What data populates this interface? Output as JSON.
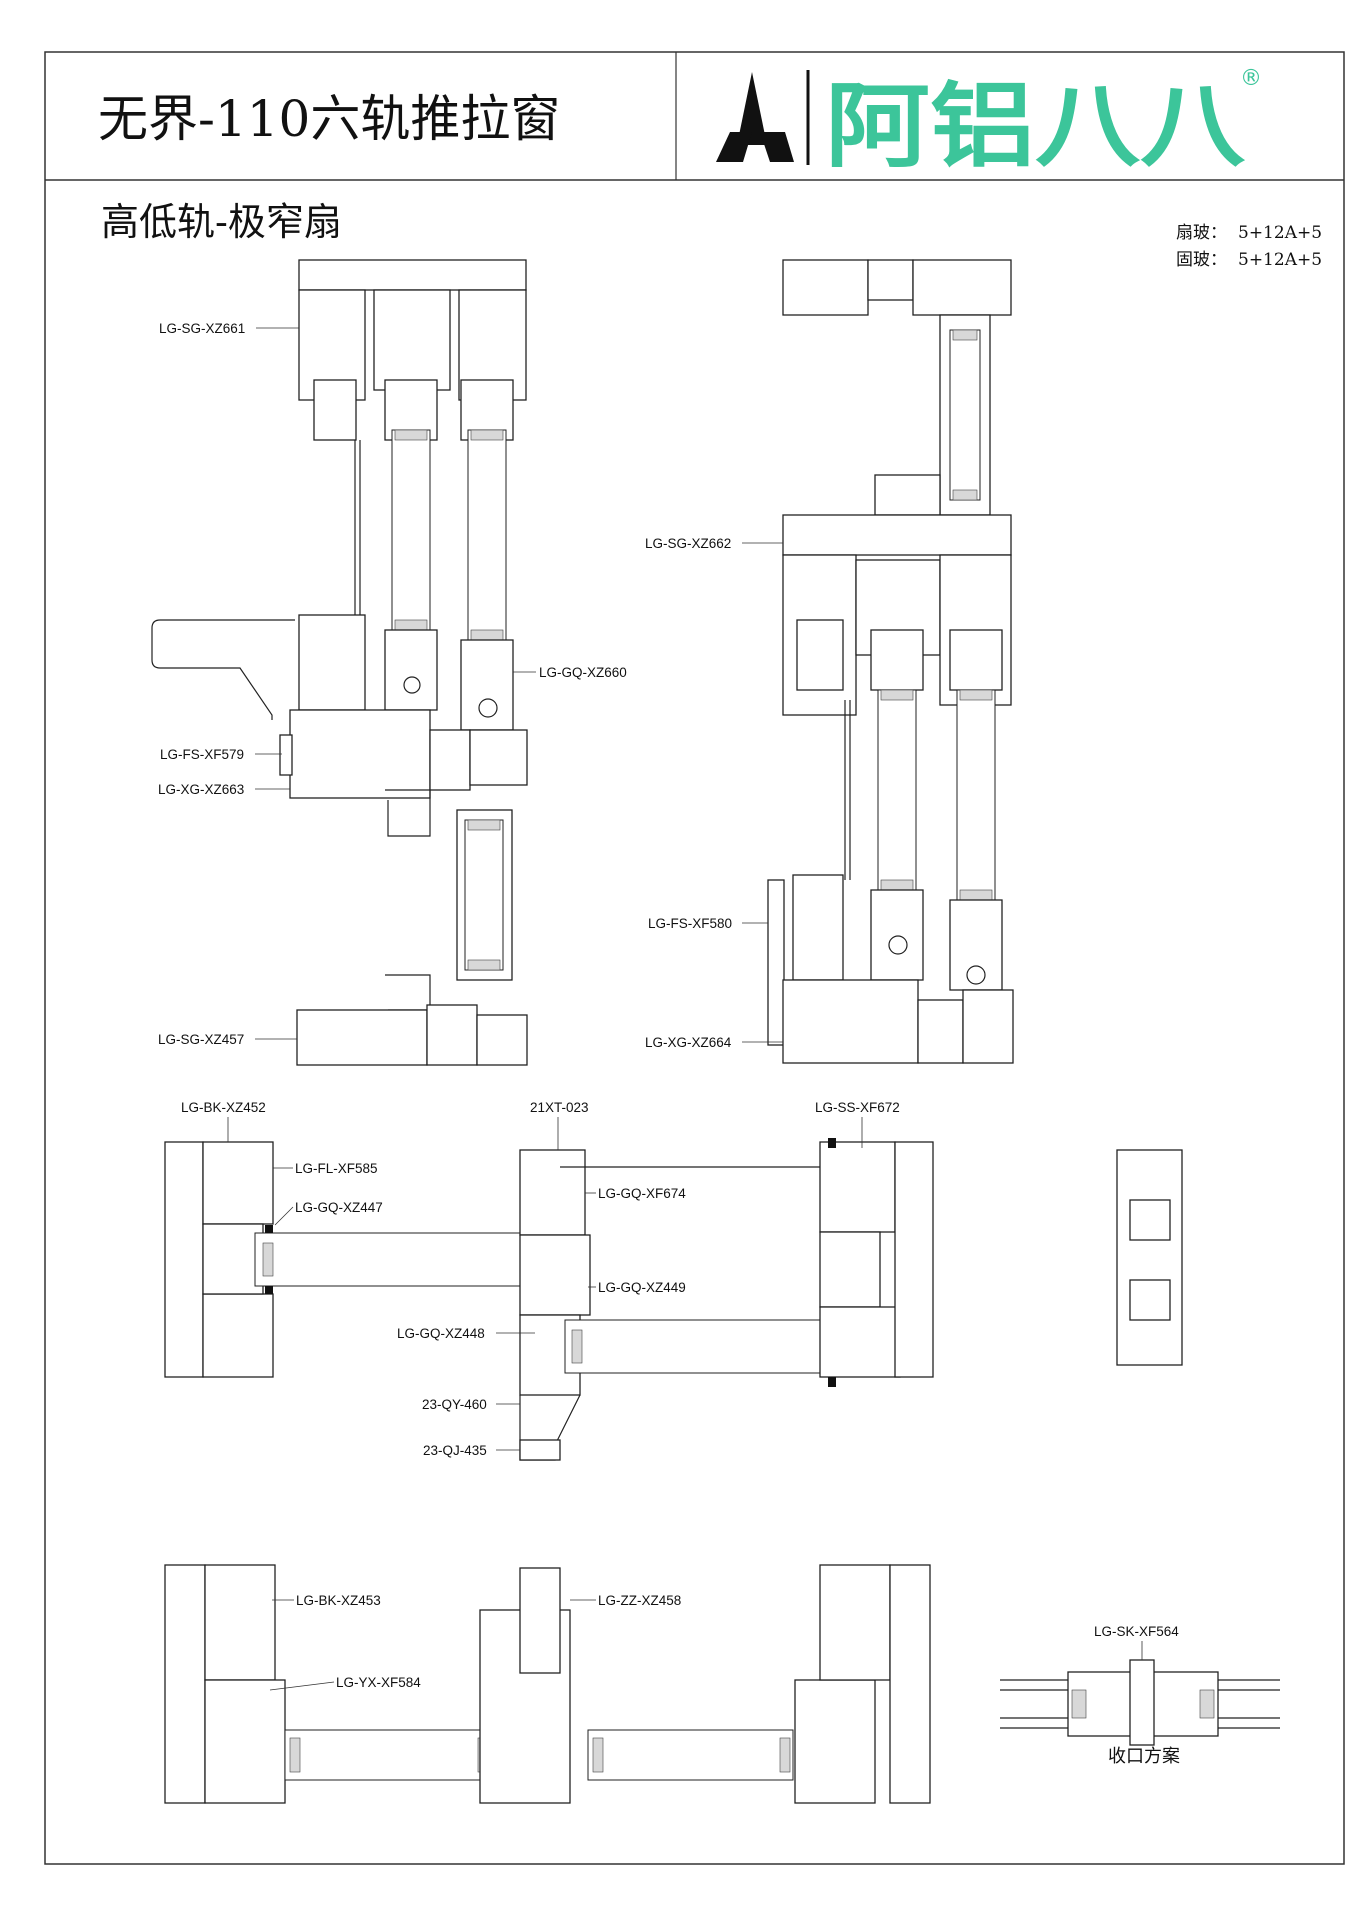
{
  "header": {
    "title": "无界-110六轨推拉窗",
    "brand_name": "阿铝八八",
    "brand_mark": "®",
    "brand_color": "#3cc59a"
  },
  "section": {
    "subtitle": "高低轨-极窄扇",
    "glass_spec": [
      {
        "label": "扇玻：",
        "value": "5+12A+5"
      },
      {
        "label": "固玻：",
        "value": "5+12A+5"
      }
    ]
  },
  "vertical_section_left": {
    "labels": [
      "LG-SG-XZ661",
      "LG-GQ-XZ660",
      "LG-FS-XF579",
      "LG-XG-XZ663",
      "LG-SG-XZ457"
    ]
  },
  "vertical_section_right": {
    "labels": [
      "LG-SG-XZ662",
      "LG-FS-XF580",
      "LG-XG-XZ664"
    ]
  },
  "horizontal_section_1": {
    "labels": [
      "LG-BK-XZ452",
      "21XT-023",
      "LG-SS-XF672",
      "LG-FL-XF585",
      "LG-GQ-XZ447",
      "LG-GQ-XF674",
      "LG-GQ-XZ449",
      "LG-GQ-XZ448",
      "23-QY-460",
      "23-QJ-435"
    ]
  },
  "horizontal_section_2": {
    "labels": [
      "LG-BK-XZ453",
      "LG-ZZ-XZ458",
      "LG-YX-XF584"
    ]
  },
  "closing_detail": {
    "label": "LG-SK-XF564",
    "caption": "收口方案"
  }
}
